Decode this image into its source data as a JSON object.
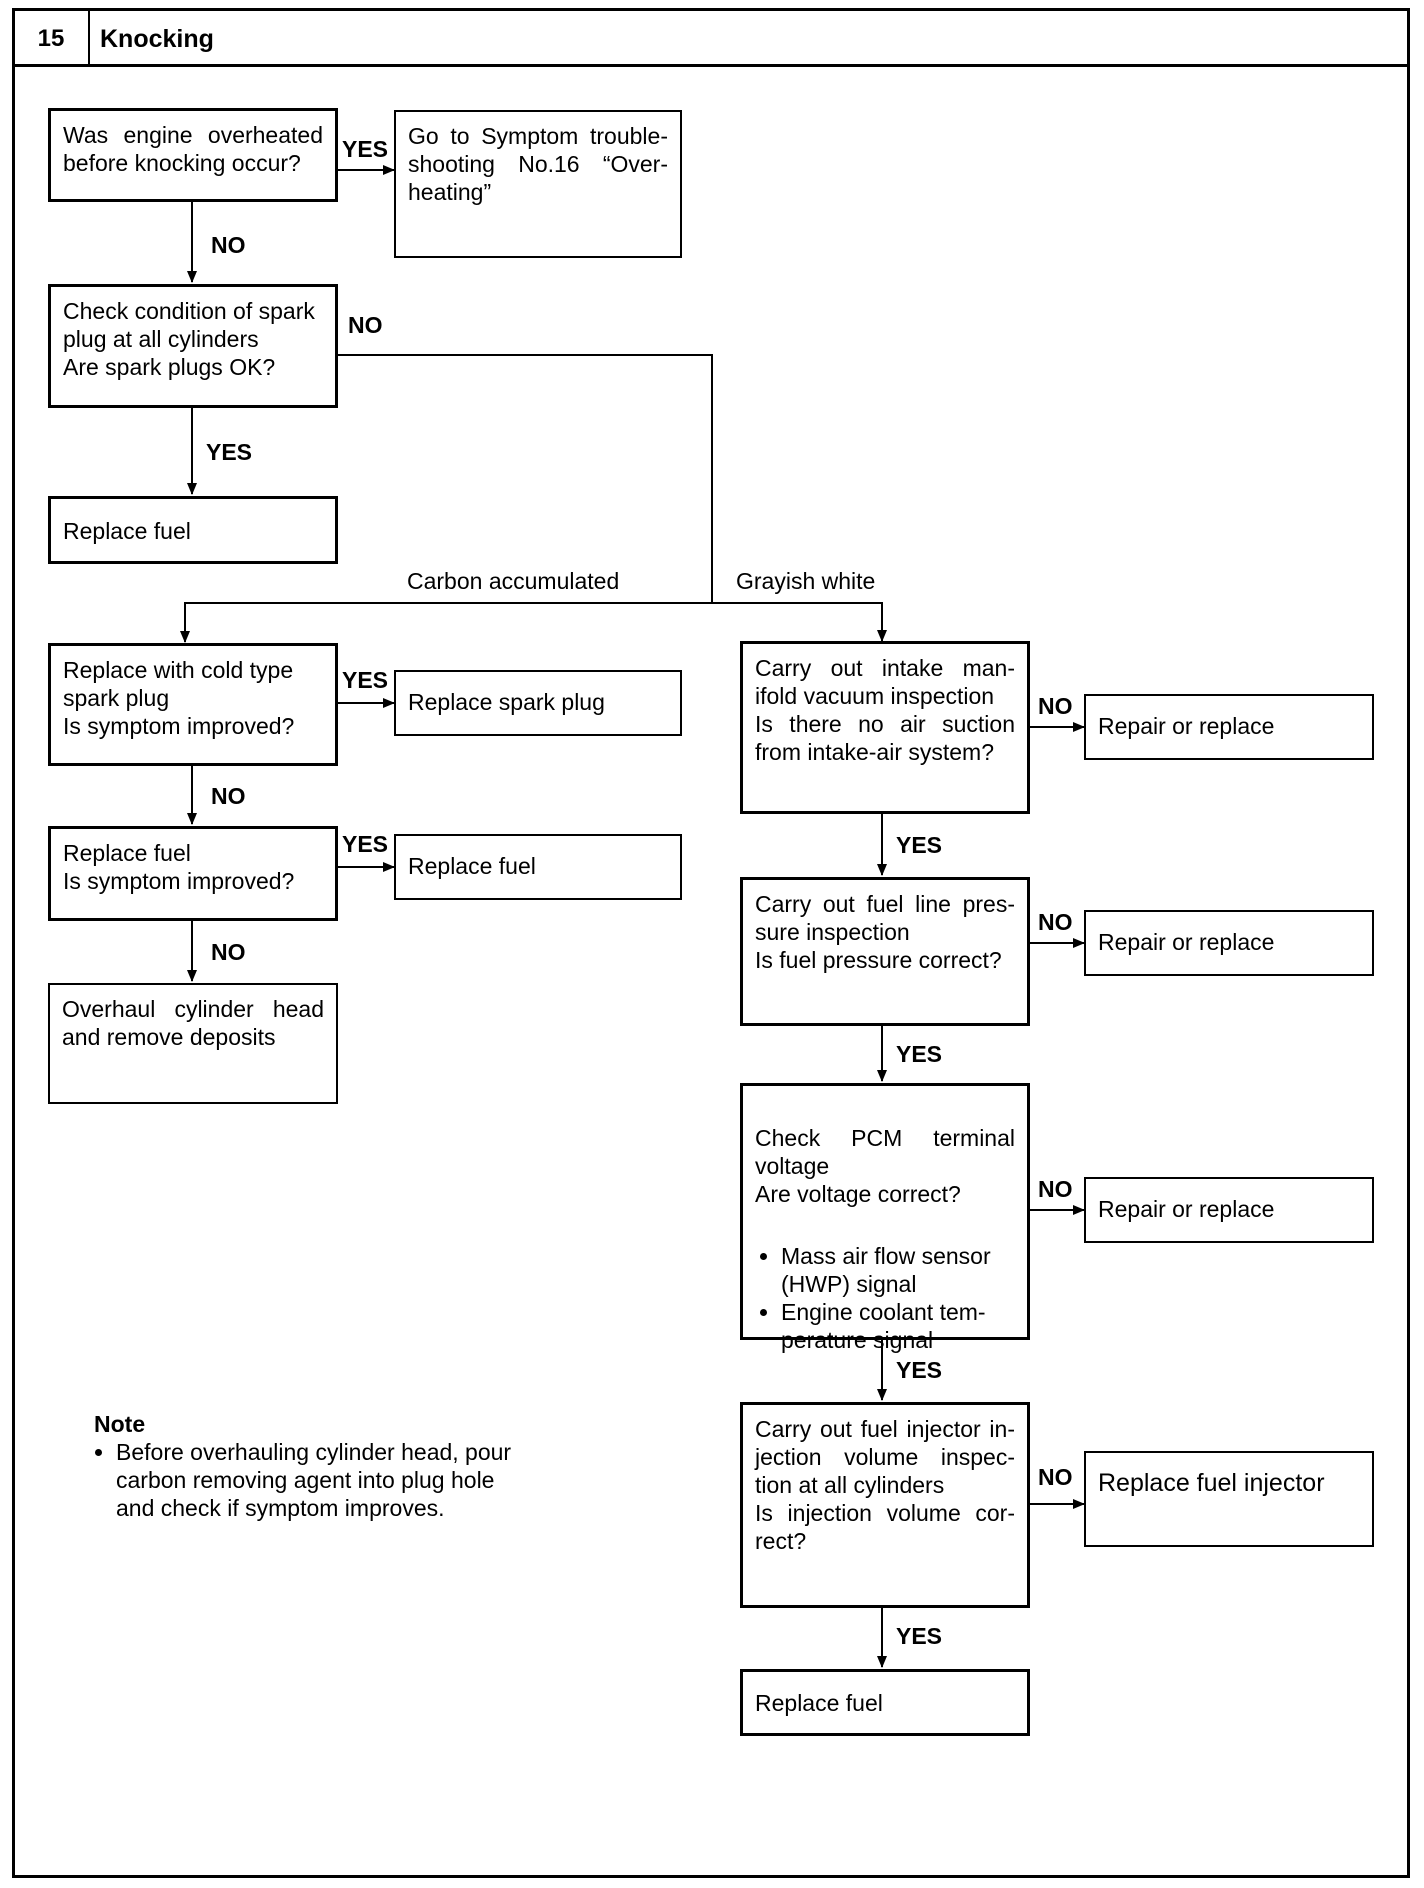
{
  "header": {
    "number": "15",
    "title": "Knocking"
  },
  "boxes": {
    "q_overheat": "Was engine overheated before knocking occur?",
    "goto_16": "Go to Symptom trouble-shooting No.16 “Over-heating”",
    "q_spark_plug": "Check condition of spark plug at all cylinders\nAre spark plugs OK?",
    "replace_fuel_1": "Replace fuel",
    "q_cold_plug": "Replace with cold type spark plug\nIs symptom improved?",
    "replace_spark_plug": "Replace spark plug",
    "q_replace_fuel": "Replace fuel\nIs symptom improved?",
    "replace_fuel_2": "Replace fuel",
    "overhaul": "Overhaul cylinder head and remove deposits",
    "q_vacuum": "Carry out intake man-ifold vacuum inspection\nIs there no air suction from intake-air system?",
    "repair_1": "Repair or replace",
    "q_fuel_pressure": "Carry out fuel line pres-sure inspection\nIs fuel pressure correct?",
    "repair_2": "Repair or replace",
    "q_pcm": "Check PCM terminal voltage\nAre voltage correct?",
    "pcm_items": [
      "Mass air flow sensor (HWP) signal",
      "Engine coolant tem-perature signal"
    ],
    "repair_3": "Repair or replace",
    "q_injector": "Carry out fuel injector in-jection volume inspec-tion at all cylinders\nIs injection volume cor-rect?",
    "replace_injector": "Replace fuel injector",
    "replace_fuel_3": "Replace fuel"
  },
  "labels": {
    "yes": "YES",
    "no": "NO",
    "carbon": "Carbon accumulated",
    "grayish": "Grayish white"
  },
  "note": {
    "title": "Note",
    "text": "Before overhauling cylinder head, pour carbon removing agent into plug hole and check if symptom improves."
  }
}
